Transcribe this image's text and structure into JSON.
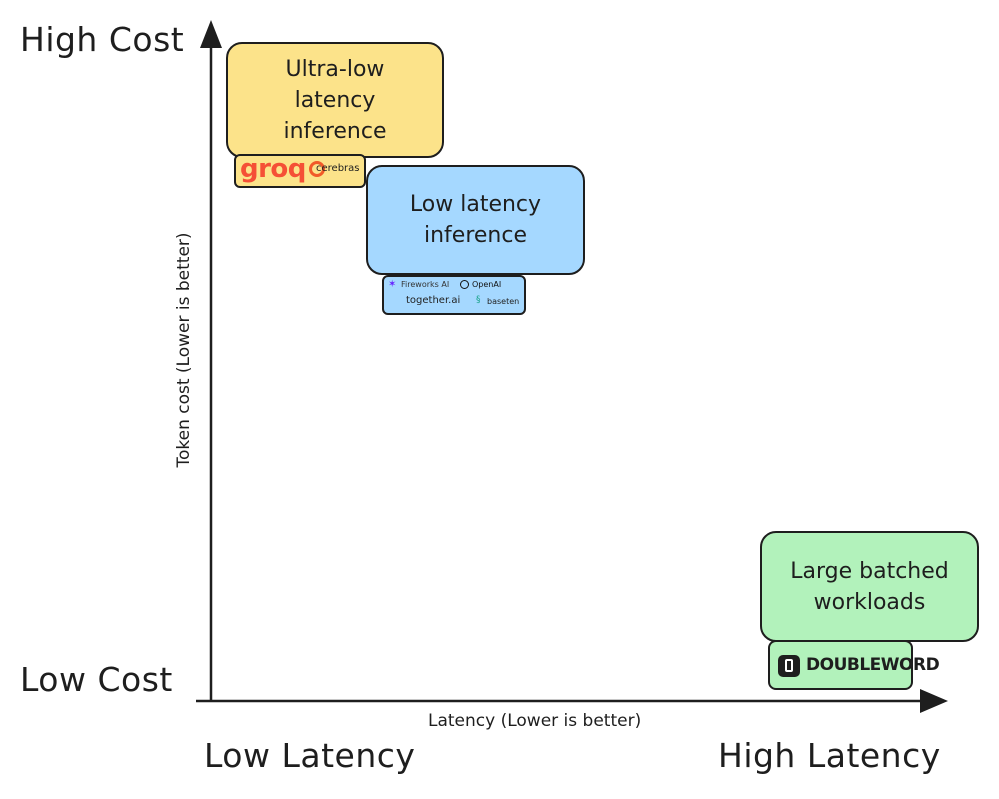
{
  "y_axis": {
    "top_label": "High Cost",
    "bottom_label": "Low Cost",
    "title": "Token cost (Lower is better)"
  },
  "x_axis": {
    "left_label": "Low Latency",
    "right_label": "High Latency",
    "title": "Latency (Lower is better)"
  },
  "boxes": {
    "ultra_low": {
      "lines": [
        "Ultra-low",
        "latency",
        "inference"
      ],
      "color": "#fce38a",
      "logos": {
        "groq": "groq",
        "cerebras": "cerebras"
      }
    },
    "low": {
      "lines": [
        "Low latency",
        "inference"
      ],
      "color": "#a5d8ff",
      "logos": {
        "fireworks": "Fireworks AI",
        "openai": "OpenAI",
        "together": "together.ai",
        "baseten": "baseten"
      }
    },
    "batched": {
      "lines": [
        "Large batched",
        "workloads"
      ],
      "color": "#b2f2bb",
      "logos": {
        "doubleword": "DOUBLEWORD"
      }
    }
  }
}
